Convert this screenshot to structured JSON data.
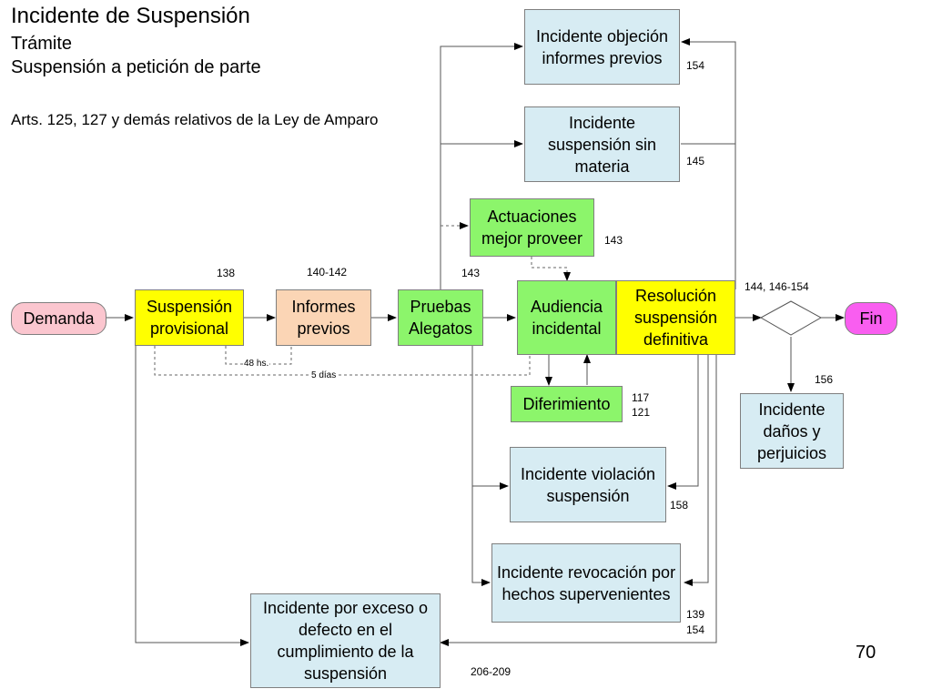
{
  "header": {
    "title": "Incidente de Suspensión",
    "subtitle1": "Trámite",
    "subtitle2": "Suspensión a petición de parte",
    "articles": "Arts. 125, 127 y demás relativos de la Ley de Amparo"
  },
  "nodes": {
    "demanda": "Demanda",
    "suspension_provisional": "Suspensión provisional",
    "informes_previos": "Informes previos",
    "pruebas_alegatos": "Pruebas Alegatos",
    "audiencia_incidental": "Audiencia incidental",
    "resolucion_definitiva": "Resolución suspensión definitiva",
    "fin": "Fin",
    "objecion_informes": "Incidente objeción informes previos",
    "suspension_sin_materia": "Incidente suspensión sin materia",
    "actuaciones": "Actuaciones mejor proveer",
    "diferimiento": "Diferimiento",
    "violacion_suspension": "Incidente violación suspensión",
    "revocacion": "Incidente revocación por hechos supervenientes",
    "exceso_defecto": "Incidente por exceso o defecto en el cumplimiento de la suspensión",
    "danos_perjuicios": "Incidente daños y perjuicios"
  },
  "labels": {
    "n154a": "154",
    "n145": "145",
    "n143a": "143",
    "n138": "138",
    "n140_142": "140-142",
    "n143b": "143",
    "n144_146": "144, 146-154",
    "n156": "156",
    "n117": "117",
    "n121": "121",
    "n158": "158",
    "n139": "139",
    "n154b": "154",
    "n206_209": "206-209",
    "t48": "48 hs.",
    "t5dias": "5 días"
  },
  "page_number": "70"
}
